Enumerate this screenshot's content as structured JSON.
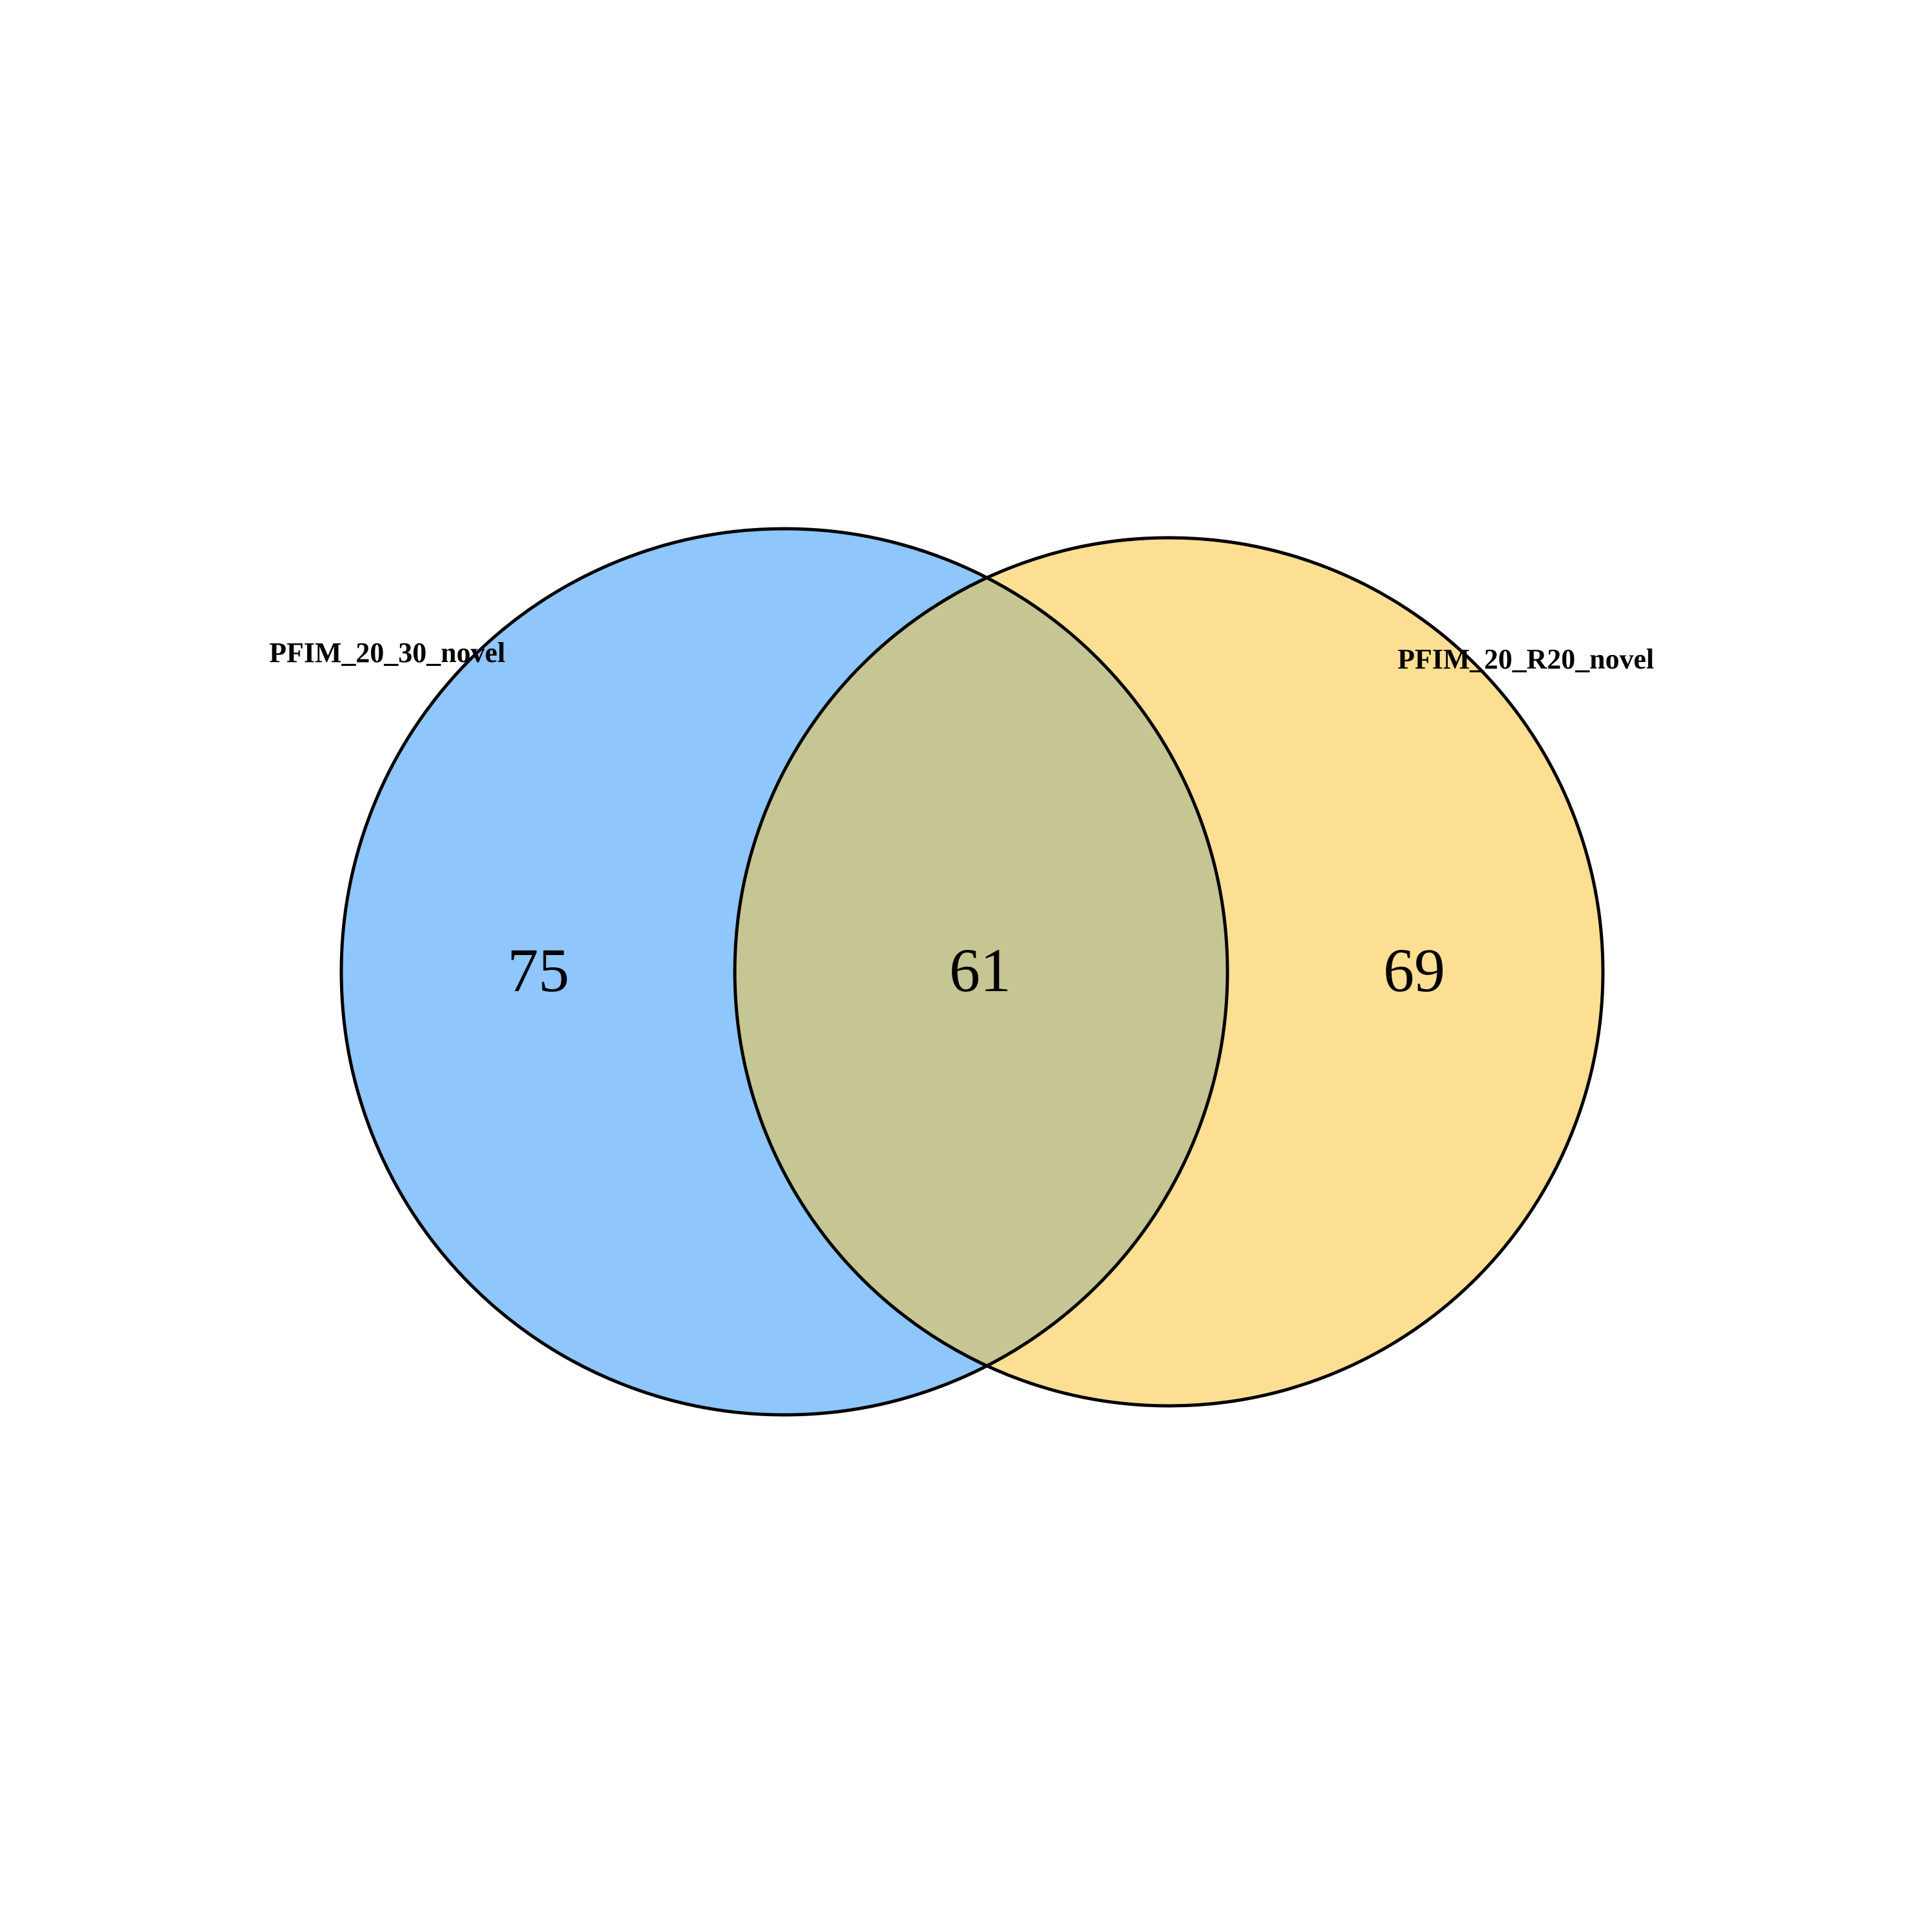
{
  "venn": {
    "sets": [
      {
        "label": "PFIM_20_30_novel",
        "color": "#8fc6fc"
      },
      {
        "label": "PFIM_20_R20_novel",
        "color": "#fddf94"
      }
    ],
    "overlap_color": "#c6c594",
    "counts": {
      "only_left": "75",
      "intersection": "61",
      "only_right": "69"
    }
  }
}
